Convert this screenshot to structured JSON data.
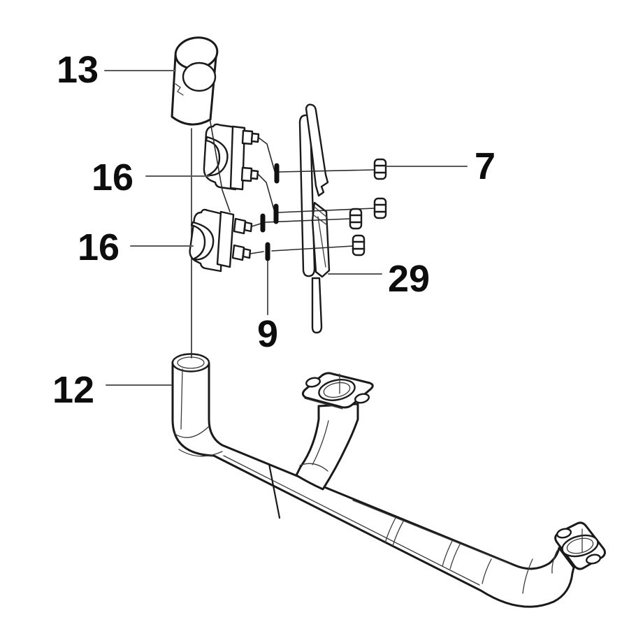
{
  "diagram": {
    "title": "exhaust-pipe-assembly-exploded-parts-diagram",
    "background_color": "#ffffff",
    "outline_color": "#1a1a1a",
    "thin_line_color": "#3a3a3a",
    "leader_color": "#5a5a5a",
    "label_color": "#0d0d0d",
    "labels": {
      "part13": "13",
      "part16_upper": "16",
      "part16_lower": "16",
      "part7": "7",
      "part29": "29",
      "part9": "9",
      "part12": "12"
    }
  }
}
